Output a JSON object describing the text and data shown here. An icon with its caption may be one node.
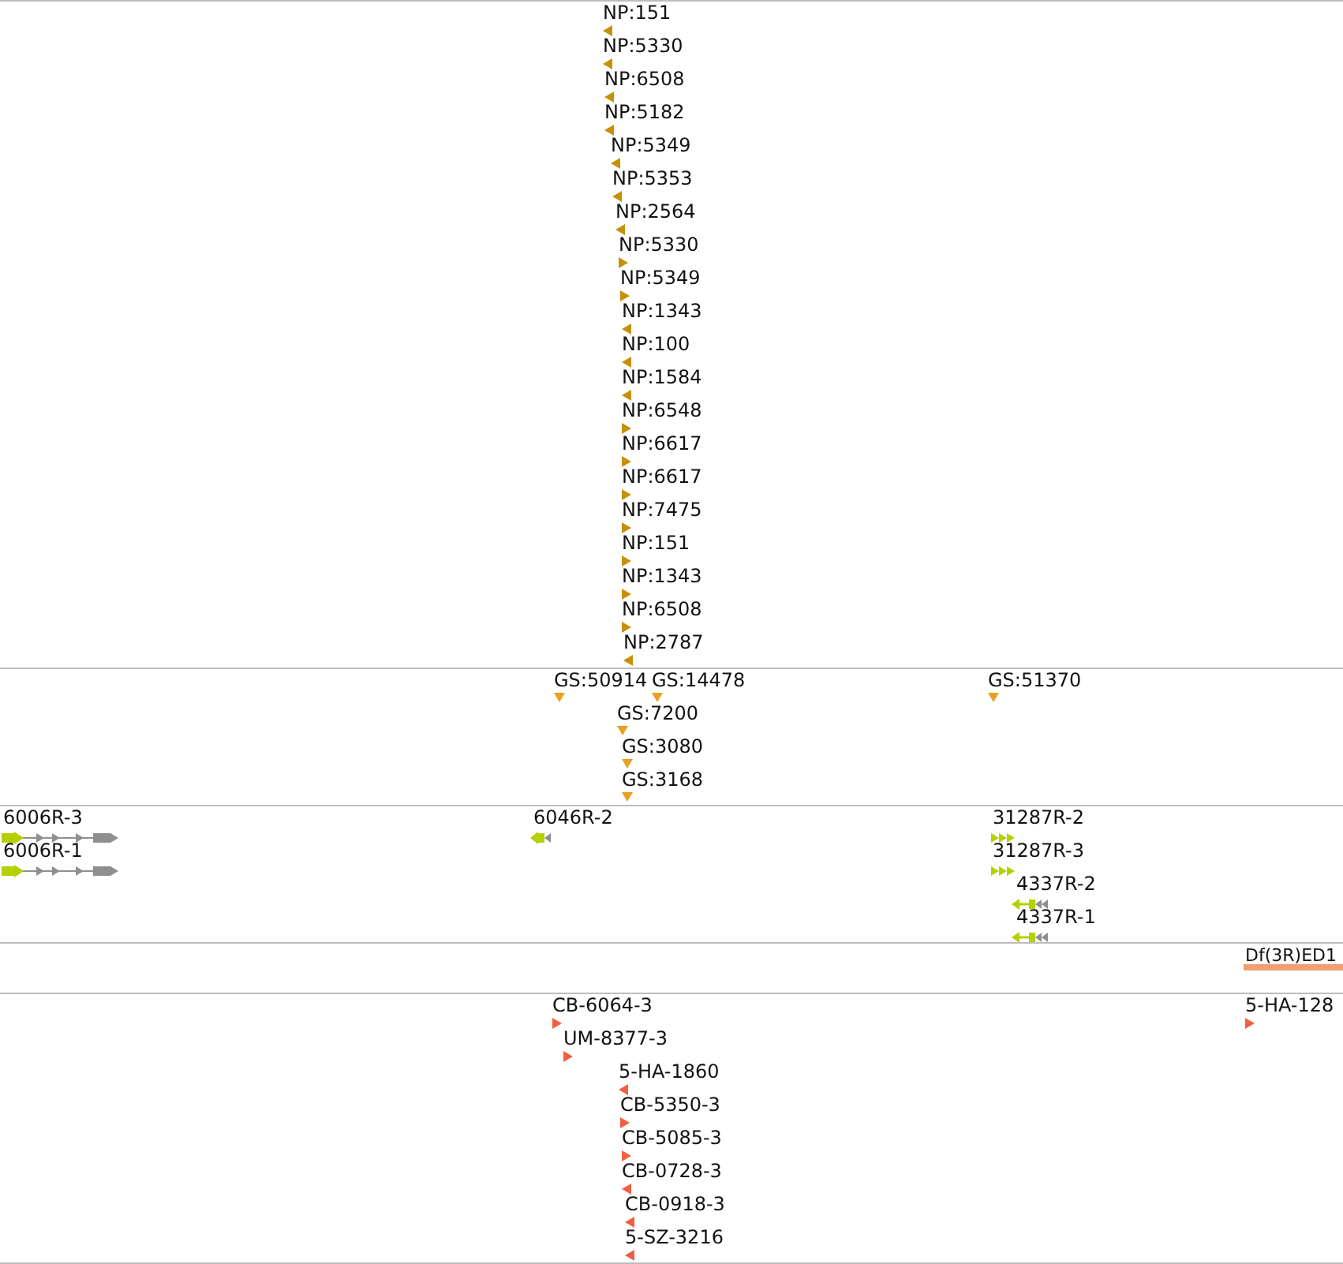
{
  "diagram": {
    "labels": [
      "NP:151",
      "NP:5330",
      "NP:6508",
      "NP:5182",
      "NP:5349",
      "NP:5353",
      "NP:2564",
      "NP:5330",
      "NP:5349",
      "NP:1343",
      "NP:100",
      "NP:1584",
      "NP:6548",
      "NP:6617",
      "NP:6617",
      "NP:7475",
      "NP:151",
      "NP:1343",
      "NP:6508",
      "NP:2787",
      "GS:50914",
      "GS:14478",
      "GS:51370",
      "GS:7200",
      "GS:3080",
      "GS:3168",
      "6006R-3",
      "6046R-2",
      "31287R-2",
      "6006R-1",
      "31287R-3",
      "4337R-2",
      "4337R-1",
      "Df(3R)ED1",
      "CB-6064-3",
      "5-HA-128",
      "UM-8377-3",
      "5-HA-1860",
      "CB-5350-3",
      "CB-5085-3",
      "CB-0728-3",
      "CB-0918-3",
      "5-SZ-3216"
    ]
  }
}
